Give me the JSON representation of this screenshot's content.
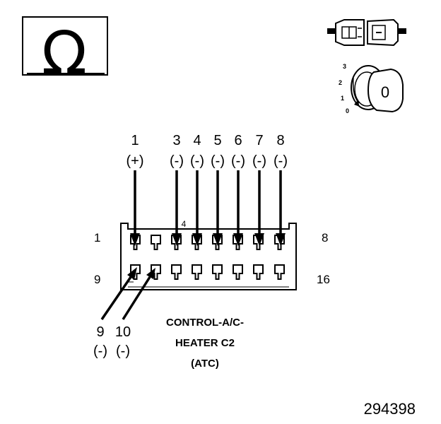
{
  "ohmmeter": {
    "symbol": "Ω"
  },
  "ignition": {
    "key_label": "0",
    "positions": [
      "3",
      "2",
      "1",
      "0"
    ]
  },
  "pins": {
    "top": [
      {
        "num": "1",
        "polarity": "(+)"
      },
      {
        "num": "3",
        "polarity": "(-)"
      },
      {
        "num": "4",
        "polarity": "(-)"
      },
      {
        "num": "5",
        "polarity": "(-)"
      },
      {
        "num": "6",
        "polarity": "(-)"
      },
      {
        "num": "7",
        "polarity": "(-)"
      },
      {
        "num": "8",
        "polarity": "(-)"
      }
    ],
    "bottom": [
      {
        "num": "9",
        "polarity": "(-)"
      },
      {
        "num": "10",
        "polarity": "(-)"
      }
    ]
  },
  "connector": {
    "row_labels": {
      "top_left": "1",
      "top_right": "8",
      "bottom_left": "9",
      "bottom_right": "16"
    },
    "key_mark": "4",
    "title_lines": [
      "CONTROL-A/C-",
      "HEATER C2",
      "(ATC)"
    ]
  },
  "figure_number": "294398"
}
